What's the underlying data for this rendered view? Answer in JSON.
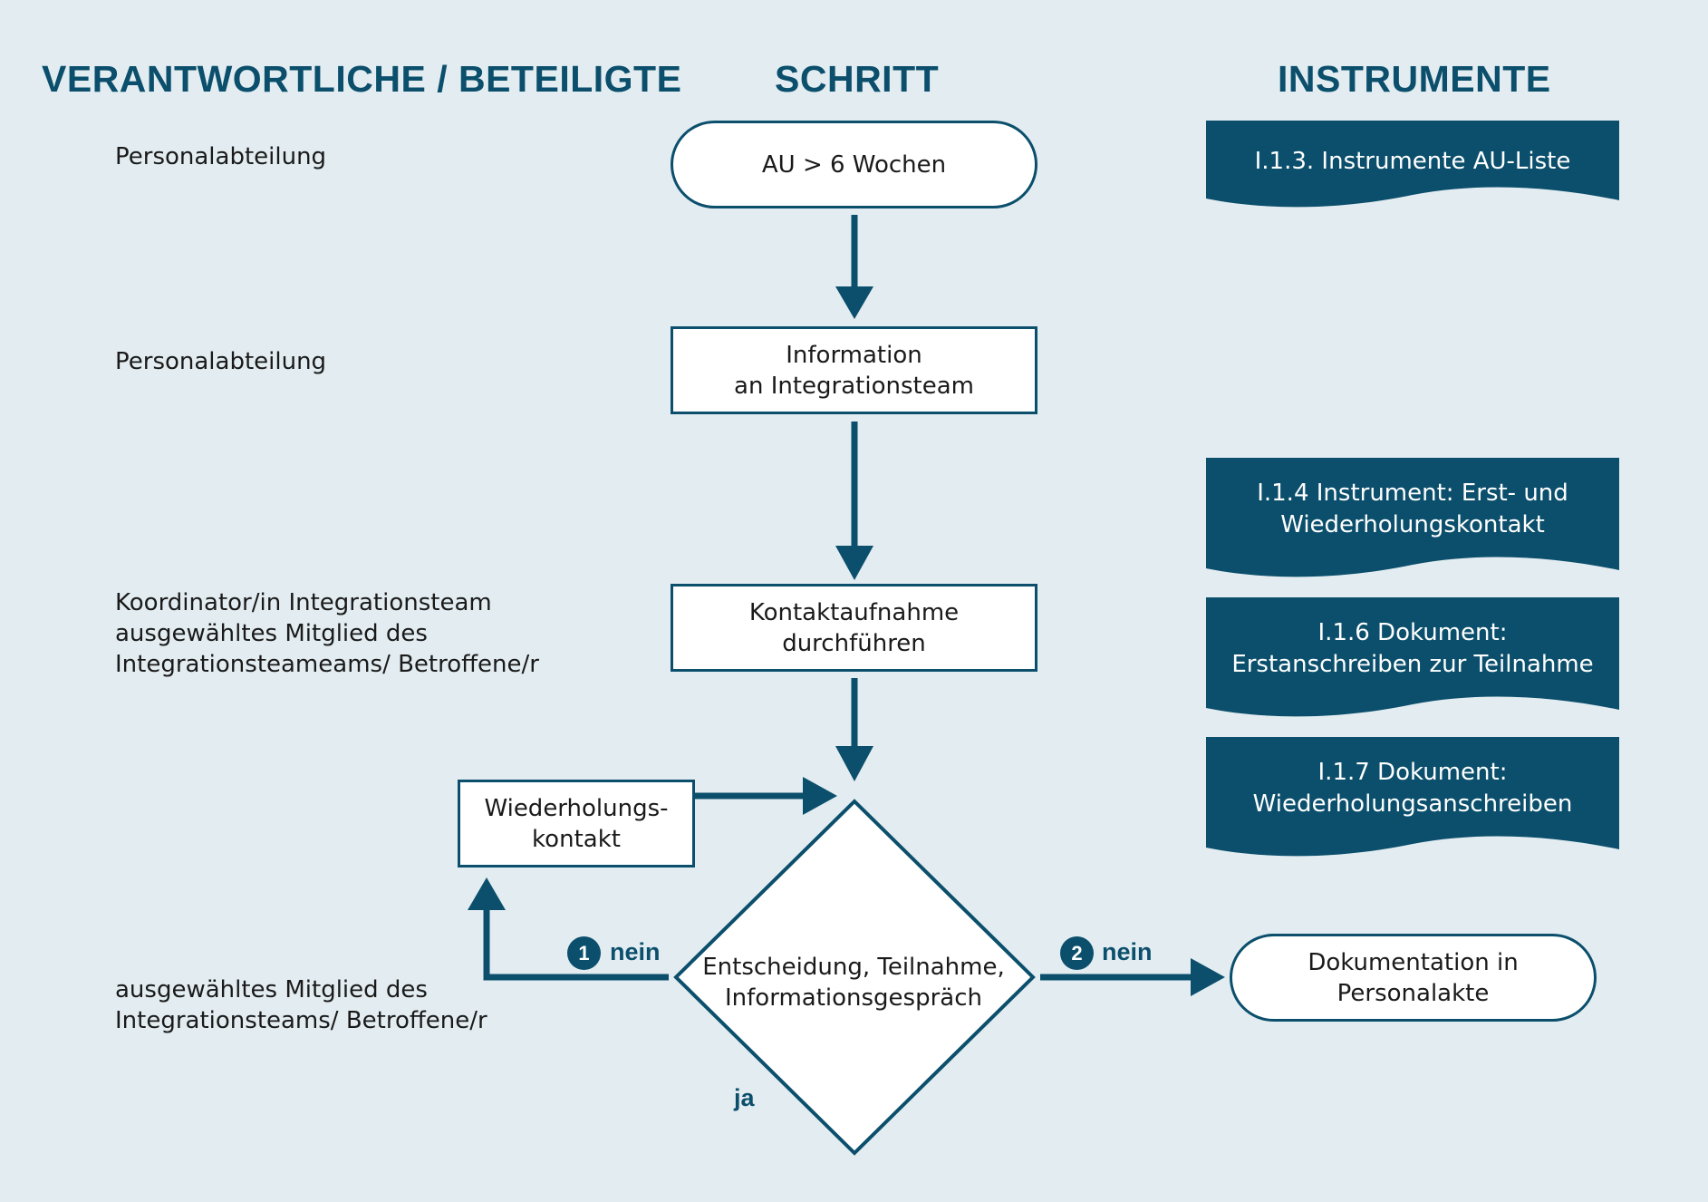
{
  "headers": {
    "responsible": "VERANTWORTLICHE / BETEILIGTE",
    "step": "SCHRITT",
    "instruments": "INSTRUMENTE"
  },
  "responsible": {
    "r1": [
      "Personalabteilung"
    ],
    "r2": [
      "Personalabteilung"
    ],
    "r3": [
      "Koordinator/in Integrationsteam",
      "ausgewähltes Mitglied des",
      "Integrationsteameams/ Betroffene/r"
    ],
    "r4": [
      "ausgewähltes Mitglied des",
      "Integrationsteams/ Betroffene/r"
    ]
  },
  "steps": {
    "start": [
      "AU > 6 Wochen"
    ],
    "info": [
      "Information",
      "an Integrationsteam"
    ],
    "contact": [
      "Kontaktaufnahme",
      "durchführen"
    ],
    "repeat": [
      "Wiederholungs-",
      "kontakt"
    ],
    "decision": [
      "Entscheidung, Teilnahme,",
      "Informationsgespräch"
    ],
    "documentation": [
      "Dokumentation in",
      "Personalakte"
    ]
  },
  "instruments": {
    "i1": [
      "I.1.3. Instrumente AU-Liste"
    ],
    "i2": [
      "I.1.4 Instrument: Erst- und",
      "Wiederholungskontakt"
    ],
    "i3": [
      "I.1.6 Dokument:",
      "Erstanschreiben zur Teilnahme"
    ],
    "i4": [
      "I.1.7 Dokument:",
      "Wiederholungsanschreiben"
    ]
  },
  "branches": {
    "no1_number": "1",
    "no1_label": "nein",
    "no2_number": "2",
    "no2_label": "nein",
    "yes_label": "ja"
  },
  "colors": {
    "accent": "#0b4f6c",
    "background": "#e3edf1",
    "box_fill": "#ffffff"
  }
}
